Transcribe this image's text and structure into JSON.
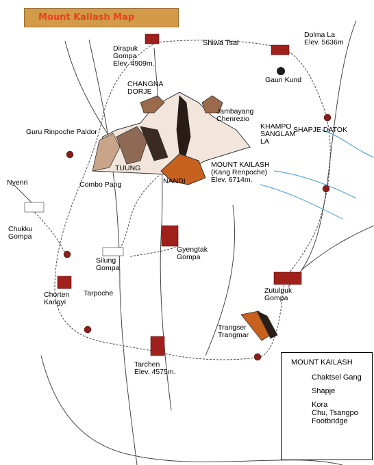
{
  "title": "Mount Kailash Map",
  "places": {
    "dirapuk": [
      "Dirapuk",
      "Gompa",
      "Elev. 4909m."
    ],
    "shiwa_tsal": "Shiwa Tsal",
    "dolma_la": [
      "Dolma La",
      "Elev. 5636m"
    ],
    "gauri_kund": "Gauri Kund",
    "changna_dorje": [
      "CHANGNA",
      "DORJE"
    ],
    "jambayang": [
      "Jambayang",
      "Chenrezio"
    ],
    "khampo": [
      "KHAMPO",
      "SANGLAM",
      "LA"
    ],
    "shapje_datok": "SHAPJE DATOK",
    "guru_rinpoche": "Guru Rinpoche Paldor",
    "tuung": "TUUNG",
    "combo_pang": "Combo Pang",
    "nandi": "NANDI",
    "mount_kailash": [
      "MOUNT KAILASH",
      "(Kang Renpoche)",
      "Elev. 6714m."
    ],
    "nyenri": "Nyenri",
    "chukku": [
      "Chukku",
      "Gompa"
    ],
    "gyengtak": [
      "Gyengtak",
      "Gompa"
    ],
    "silung": [
      "Silung",
      "Gompa"
    ],
    "chorten": [
      "Chorten",
      "Kangyi"
    ],
    "tarpoche": "Tarpoche",
    "zutulpuk": [
      "Zutulpuk",
      "Gompa"
    ],
    "trangser": [
      "Trangser",
      "Trangmar"
    ],
    "tarchen": [
      "Tarchen",
      "Elev. 4575m."
    ]
  },
  "legend": {
    "title": "MOUNT KAILASH",
    "items": {
      "chaktsel": "Chaktsel Gang",
      "shapje": "Shapje",
      "kora": "Kora",
      "chu": "Chu, Tsangpo",
      "footbridge": "Footbridge"
    }
  },
  "colors": {
    "title_bg": "#d39a4a",
    "title_text": "#e8421e",
    "river": "#5aa8d8",
    "route": "#444444",
    "monastery": "#a0201c"
  }
}
